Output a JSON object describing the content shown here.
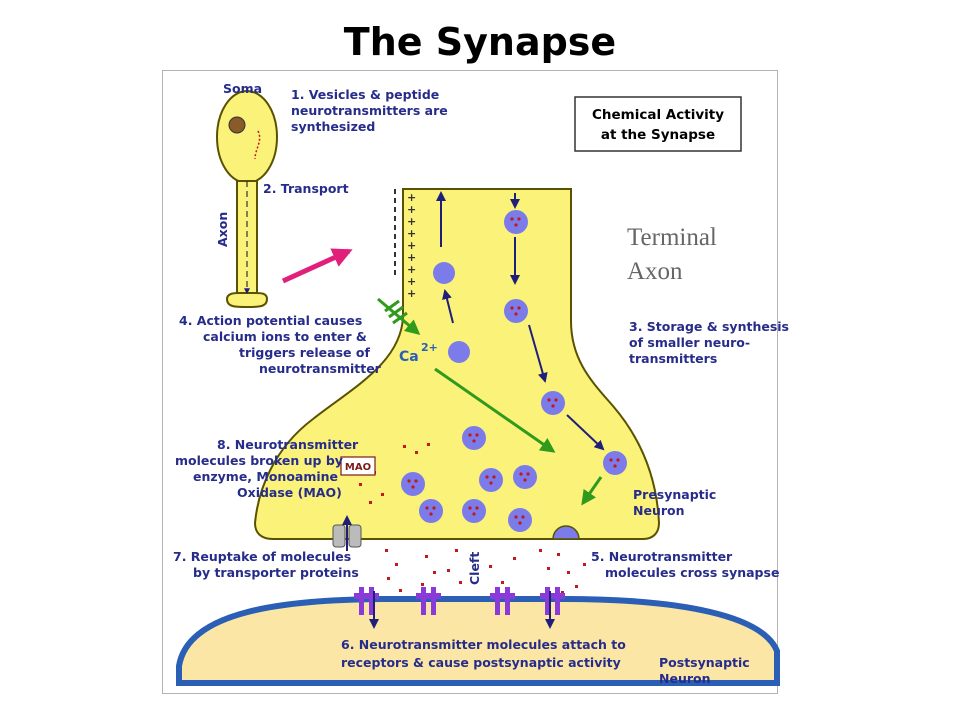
{
  "title": "The Synapse",
  "box_title": [
    "Chemical Activity",
    "at the Synapse"
  ],
  "terminal_label": [
    "Terminal",
    "Axon"
  ],
  "soma_label": "Soma",
  "axon_label": "Axon",
  "step1": [
    "1. Vesicles & peptide",
    "neurotransmitters are",
    "synthesized"
  ],
  "step2": "2. Transport",
  "step3": [
    "3. Storage & synthesis",
    "of smaller neuro-",
    "transmitters"
  ],
  "step4": [
    "4. Action potential causes",
    "calcium ions to enter &",
    "triggers release of",
    "neurotransmitter"
  ],
  "step5": [
    "5. Neurotransmitter",
    "molecules cross synapse"
  ],
  "step6": [
    "6. Neurotransmitter molecules attach to",
    "receptors & cause postsynaptic activity"
  ],
  "step7": [
    "7. Reuptake of molecules",
    "by transporter proteins"
  ],
  "step8": [
    "8. Neurotransmitter",
    "molecules broken up by",
    "enzyme, Monoamine",
    "Oxidase (MAO)"
  ],
  "mao_label": "MAO",
  "ca_label": "Ca",
  "ca_charge": "2+",
  "cleft_label": "Cleft",
  "presynaptic_label": [
    "Presynaptic",
    "Neuron"
  ],
  "postsynaptic_label": [
    "Postsynaptic",
    "Neuron"
  ],
  "colors": {
    "cell_fill": "#fbf27a",
    "cell_stroke": "#5a5200",
    "post_fill": "#fbe6a6",
    "membrane_blue": "#2a5fb5",
    "vesicle": "#7b7bea",
    "dot_red": "#c21a1a",
    "arrow_navy": "#1f1f7a",
    "arrow_green": "#2f9a1c",
    "arrow_pink": "#e0207a",
    "receptor": "#8a3ad8",
    "label_text": "#262c8a"
  }
}
